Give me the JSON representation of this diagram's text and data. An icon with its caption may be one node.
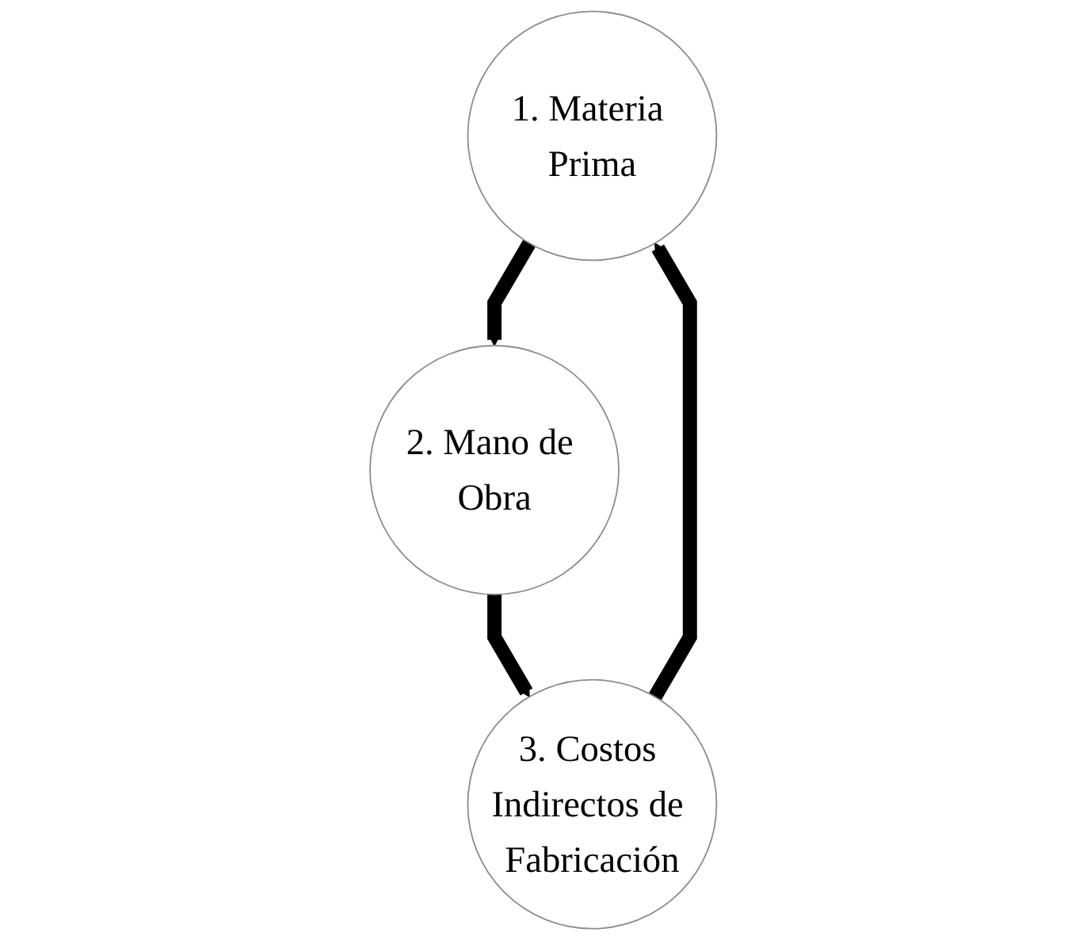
{
  "diagram": {
    "nodes": [
      {
        "text": [
          "1. Materia Prima"
        ]
      },
      {
        "text": [
          "2. Mano de Obra"
        ]
      },
      {
        "text": [
          "3. Costos Indirectos de Fabricación"
        ]
      }
    ],
    "edges": [
      {
        "from": 0,
        "to": 1,
        "arrow": "to"
      },
      {
        "from": 1,
        "to": 2,
        "arrow": "to"
      },
      {
        "from": 2,
        "to": 0,
        "arrow": "to"
      }
    ]
  }
}
